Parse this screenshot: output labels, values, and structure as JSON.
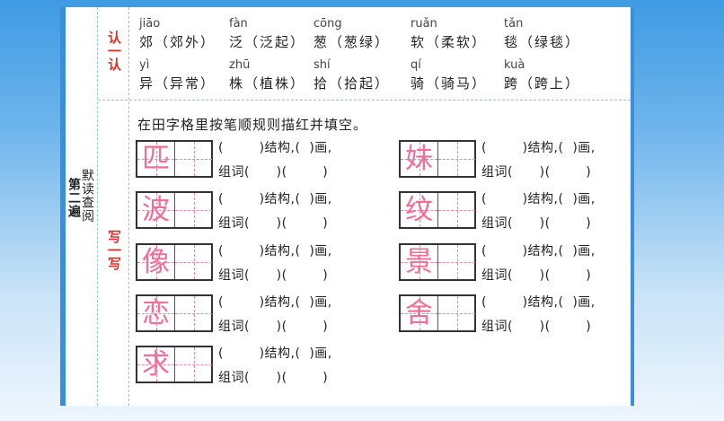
{
  "chapter": "第二遍",
  "chapter_sub": "默读查阅",
  "recognize": {
    "label": "认一认",
    "rows": [
      [
        {
          "pinyin": "jiāo",
          "text": "郊（郊外）"
        },
        {
          "pinyin": "fàn",
          "text": "泛（泛起）"
        },
        {
          "pinyin": "cōng",
          "text": "葱（葱绿）"
        },
        {
          "pinyin": "ruǎn",
          "text": "软（柔软）"
        },
        {
          "pinyin": "tǎn",
          "text": "毯（绿毯）"
        }
      ],
      [
        {
          "pinyin": "yì",
          "text": "异（异常）"
        },
        {
          "pinyin": "zhū",
          "text": "株（植株）"
        },
        {
          "pinyin": "shí",
          "text": "拾（拾起）"
        },
        {
          "pinyin": "qí",
          "text": "骑（骑马）"
        },
        {
          "pinyin": "kuà",
          "text": "跨（跨上）"
        }
      ]
    ]
  },
  "write": {
    "label": "写一写",
    "instruction": "在田字格里按笔顺规则描红并填空。",
    "line1": "(        )结构,(  )画,",
    "line2": "组词(      )(        )",
    "chars_left": [
      "匹",
      "波",
      "像",
      "恋",
      "求"
    ],
    "chars_right": [
      "妹",
      "纹",
      "景",
      "舍"
    ]
  }
}
